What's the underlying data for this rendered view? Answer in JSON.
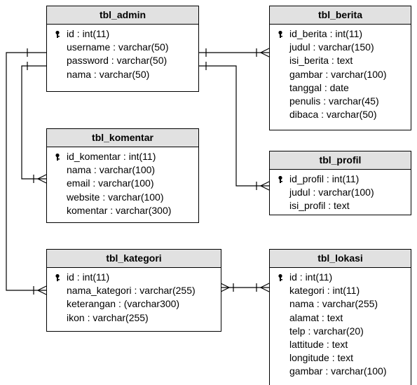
{
  "tables": {
    "admin": {
      "name": "tbl_admin",
      "fields": [
        "id : int(11)",
        "username : varchar(50)",
        "password : varchar(50)",
        "nama : varchar(50)"
      ]
    },
    "berita": {
      "name": "tbl_berita",
      "fields": [
        "id_berita : int(11)",
        "judul : varchar(150)",
        "isi_berita : text",
        "gambar : varchar(100)",
        "tanggal : date",
        "penulis : varchar(45)",
        "dibaca : varchar(50)"
      ]
    },
    "komentar": {
      "name": "tbl_komentar",
      "fields": [
        "id_komentar : int(11)",
        "nama : varchar(100)",
        "email : varchar(100)",
        "website : varchar(100)",
        "komentar : varchar(300)"
      ]
    },
    "profil": {
      "name": "tbl_profil",
      "fields": [
        "id_profil : int(11)",
        "judul : varchar(100)",
        "isi_profil : text"
      ]
    },
    "kategori": {
      "name": "tbl_kategori",
      "fields": [
        "id : int(11)",
        "nama_kategori : varchar(255)",
        "keterangan : (varchar300)",
        "ikon : varchar(255)"
      ]
    },
    "lokasi": {
      "name": "tbl_lokasi",
      "fields": [
        "id : int(11)",
        "kategori : int(11)",
        "nama : varchar(255)",
        "alamat : text",
        "telp : varchar(20)",
        "lattitude : text",
        "longitude : text",
        "gambar : varchar(100)"
      ]
    }
  },
  "primary_key_icon": "key-icon",
  "colors": {
    "header_bg": "#e1e1e1",
    "line": "#000000"
  }
}
